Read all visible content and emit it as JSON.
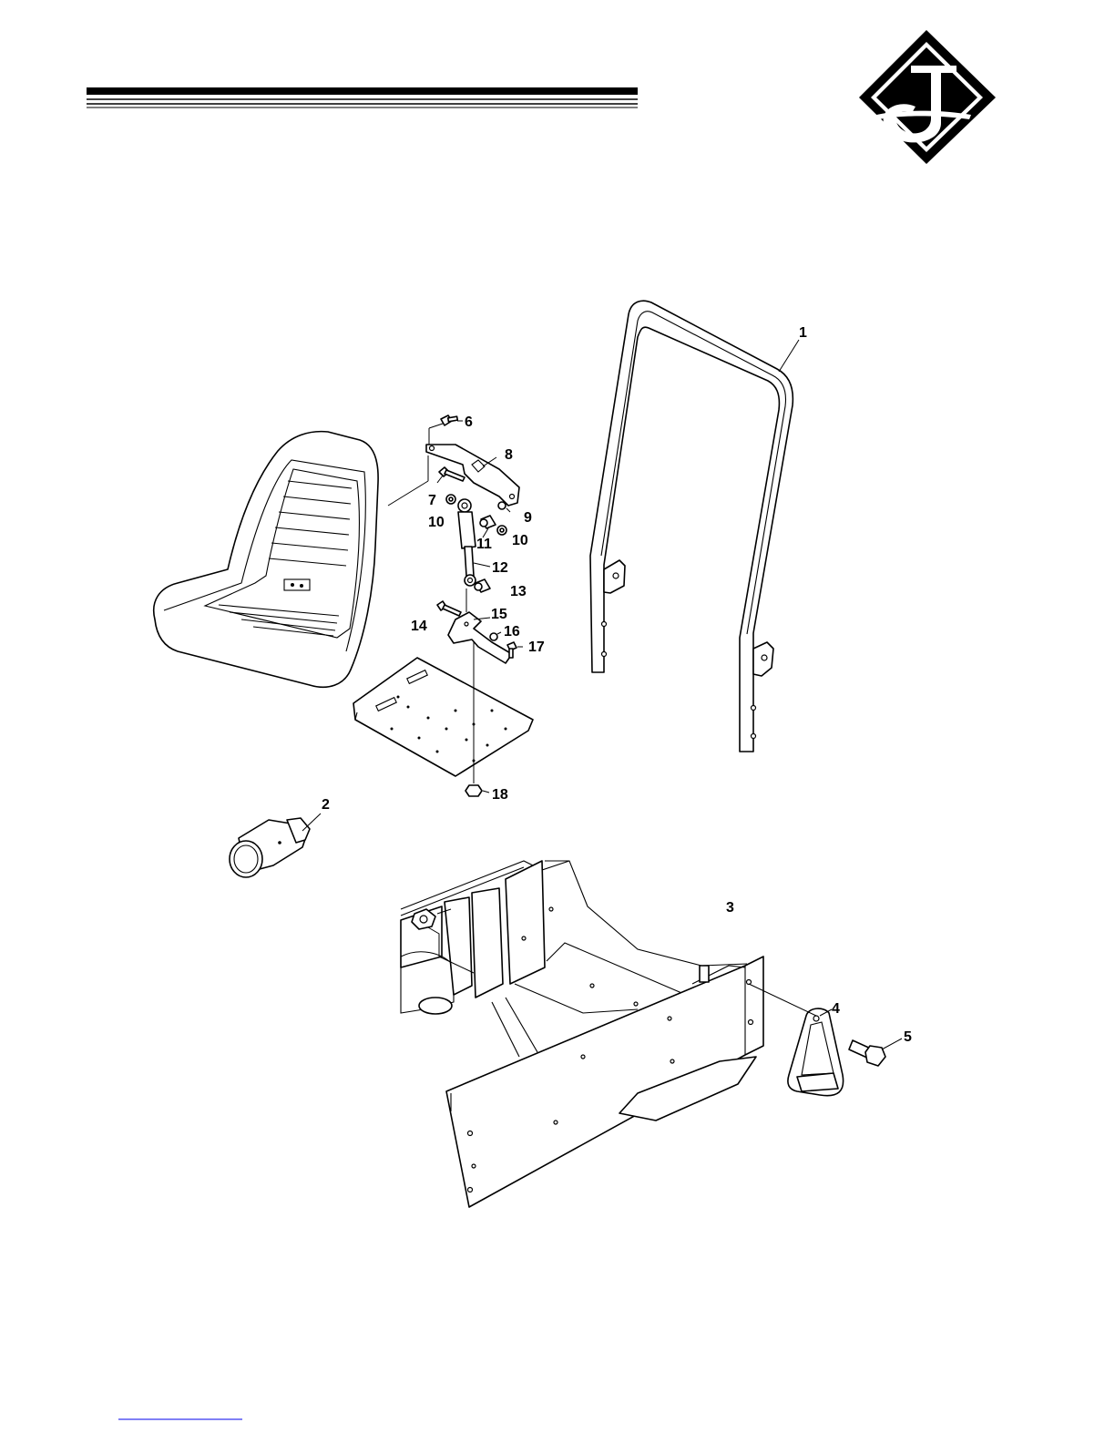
{
  "document": {
    "footer_link": ""
  },
  "callouts": [
    {
      "label": "1"
    },
    {
      "label": "2"
    },
    {
      "label": "3"
    },
    {
      "label": "4"
    },
    {
      "label": "5"
    },
    {
      "label": "6"
    },
    {
      "label": "7"
    },
    {
      "label": "8"
    },
    {
      "label": "9"
    },
    {
      "label": "10"
    },
    {
      "label": "10"
    },
    {
      "label": "11"
    },
    {
      "label": "12"
    },
    {
      "label": "13"
    },
    {
      "label": "14"
    },
    {
      "label": "15"
    },
    {
      "label": "16"
    },
    {
      "label": "17"
    },
    {
      "label": "18"
    }
  ],
  "parts": {
    "rollbar": "rollbar-icon",
    "seat": "seat-icon",
    "gas_spring": "gas-spring-icon",
    "seat_plate": "seat-plate-icon",
    "chassis": "chassis-frame-icon",
    "hitch_bracket": "hitch-bracket-icon",
    "bolt": "bolt-icon",
    "hex_nut": "hex-nut-icon",
    "cap": "cap-icon",
    "logo": "company-logo"
  },
  "colors": {
    "ink": "#000000",
    "paper": "#ffffff",
    "link": "#0000ee"
  }
}
